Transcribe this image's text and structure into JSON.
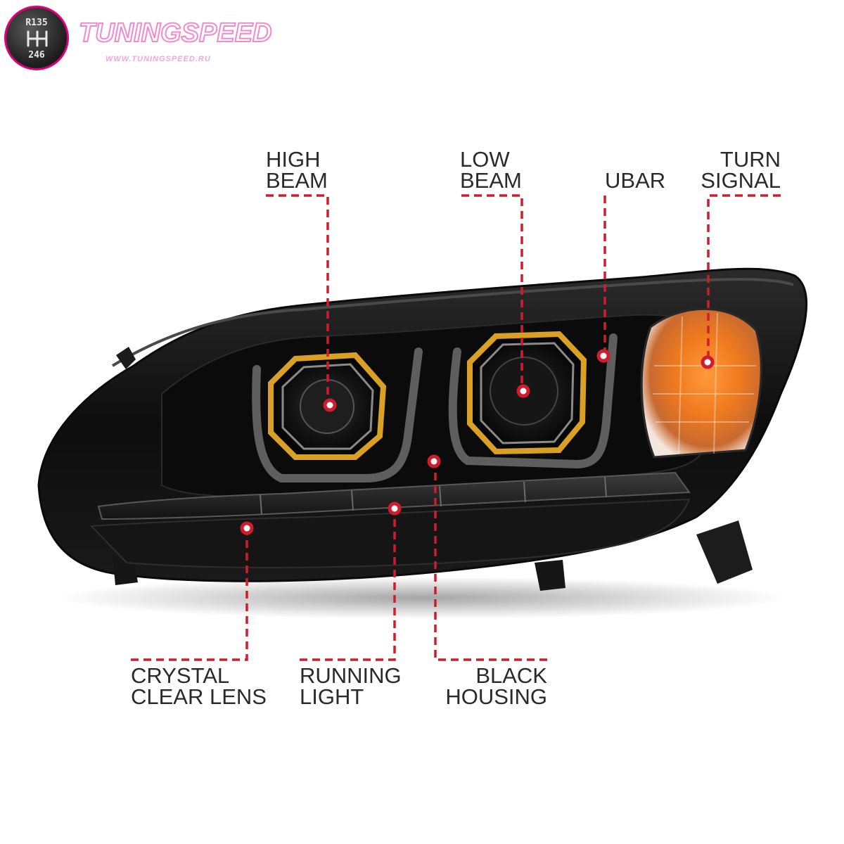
{
  "logo": {
    "brand": "TUNINGSPEED",
    "url": "WWW.TUNINGSPEED.RU",
    "badge_top": "R135",
    "badge_bottom": "246",
    "icon": "gear-shift-icon"
  },
  "colors": {
    "callout_line": "#d01c2c",
    "label_text": "#2a2a2a",
    "amber_ring": "#d9a024",
    "housing": "#111111",
    "brand_pink": "#e0007a"
  },
  "callouts": {
    "high_beam": [
      "HIGH",
      "BEAM"
    ],
    "low_beam": [
      "LOW",
      "BEAM"
    ],
    "ubar": [
      "UBAR"
    ],
    "turn_signal": [
      "TURN",
      "SIGNAL"
    ],
    "crystal_clear_lens": [
      "CRYSTAL",
      "CLEAR LENS"
    ],
    "running_light": [
      "RUNNING",
      "LIGHT"
    ],
    "black_housing": [
      "BLACK",
      "HOUSING"
    ]
  }
}
